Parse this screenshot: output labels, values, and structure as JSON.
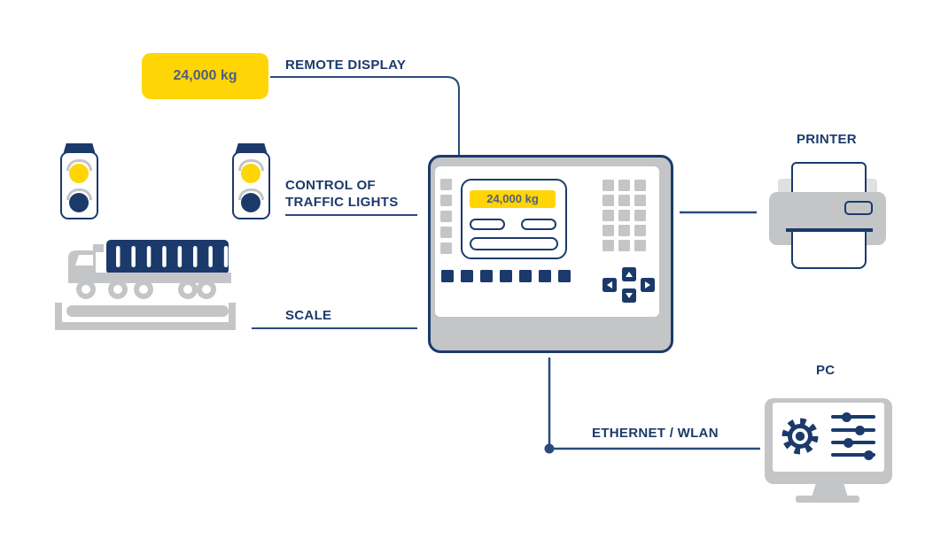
{
  "colors": {
    "navy": "#1b3a6b",
    "line": "#2b4b7e",
    "yellow": "#ffd506",
    "gray": "#c4c5c7",
    "lightgray": "#dfe0e2",
    "muted": "#4f5f80",
    "white": "#ffffff"
  },
  "remote_display": {
    "label": "REMOTE DISPLAY",
    "value": "24,000 kg"
  },
  "traffic_lights": {
    "label": "CONTROL OF TRAFFIC LIGHTS"
  },
  "scale": {
    "label": "SCALE"
  },
  "terminal": {
    "display_value": "24,000 kg"
  },
  "printer": {
    "label": "PRINTER"
  },
  "pc": {
    "label": "PC"
  },
  "network": {
    "label": "ETHERNET / WLAN"
  }
}
